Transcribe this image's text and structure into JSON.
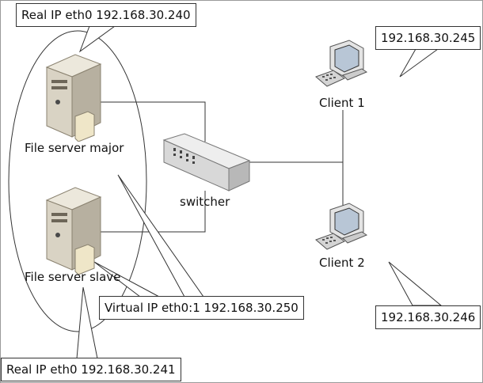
{
  "callouts": {
    "major_real_ip": "Real IP eth0 192.168.30.240",
    "client1_ip": "192.168.30.245",
    "virtual_ip": "Virtual IP eth0:1 192.168.30.250",
    "client2_ip": "192.168.30.246",
    "slave_real_ip": "Real IP eth0 192.168.30.241"
  },
  "nodes": {
    "server_major": "File server major",
    "server_slave": "File server slave",
    "switcher": "switcher",
    "client1": "Client 1",
    "client2": "Client 2"
  },
  "colors": {
    "line": "#333333",
    "server_body": "#d9d3c4",
    "switch_body": "#d8d8d8",
    "monitor_screen": "#b8c6d6"
  }
}
